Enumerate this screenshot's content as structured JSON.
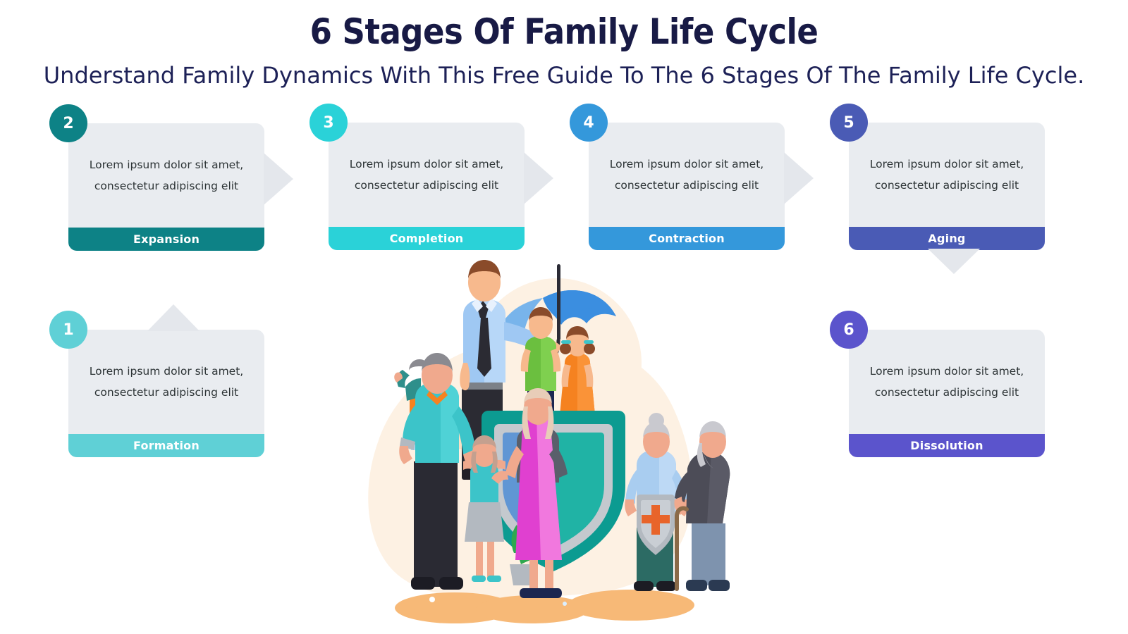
{
  "header": {
    "title": "6 Stages Of Family Life Cycle",
    "subtitle": "Understand Family Dynamics With This Free Guide To The 6 Stages Of The Family Life Cycle."
  },
  "colors": {
    "title": "#181a45",
    "subtitle": "#1d2157",
    "card_body_bg": "#e9ecf0",
    "card_text": "#2d3436",
    "arrow": "#e4e7ec",
    "page_bg": "#ffffff"
  },
  "cards": [
    {
      "number": "1",
      "label": "Formation",
      "description": "Lorem ipsum dolor sit amet,\nconsectetur adipiscing elit",
      "color": "#5fd0d6",
      "badge_color": "#5fd0d6",
      "arrow": "up"
    },
    {
      "number": "2",
      "label": "Expansion",
      "description": "Lorem ipsum dolor sit amet,\nconsectetur adipiscing elit",
      "color": "#0d8286",
      "badge_color": "#0d8286",
      "arrow": "right"
    },
    {
      "number": "3",
      "label": "Completion",
      "description": "Lorem ipsum dolor sit amet,\nconsectetur adipiscing elit",
      "color": "#2ad2d8",
      "badge_color": "#2ad2d8",
      "arrow": "right"
    },
    {
      "number": "4",
      "label": "Contraction",
      "description": "Lorem ipsum dolor sit amet,\nconsectetur adipiscing elit",
      "color": "#3498db",
      "badge_color": "#3498db",
      "arrow": "right"
    },
    {
      "number": "5",
      "label": "Aging",
      "description": "Lorem ipsum dolor sit amet,\nconsectetur adipiscing elit",
      "color": "#4a5bb5",
      "badge_color": "#4a5bb5",
      "arrow": "down"
    },
    {
      "number": "6",
      "label": "Dissolution",
      "description": "Lorem ipsum dolor sit amet,\nconsectetur adipiscing elit",
      "color": "#5b54cc",
      "badge_color": "#5b54cc",
      "arrow": "none"
    }
  ],
  "illustration": {
    "name": "family-protection-illustration",
    "description": "Family under an umbrella standing on a large shield with grandparents, parents and children",
    "palette": {
      "blob": "#fdf1e3",
      "ground": "#f7b977",
      "shield_outer": "#0c9b91",
      "shield_ring": "#c4c9ce",
      "shield_left": "#6096d4",
      "shield_right": "#20b3a5",
      "umbrella_dark": "#3b8ee0",
      "umbrella_light": "#8cc0ef",
      "shirt_blue": "#9fc8f3",
      "trousers_dark": "#222028",
      "boy_shirt": "#6bbf3f",
      "girl_dress": "#f58220",
      "mother_dress": "#e040d0",
      "teal_top": "#3cc4c9",
      "elder_top": "#a9cdf0",
      "cross": "#e8642a",
      "skin": "#f7b98d",
      "hair_brown": "#8a4b2a",
      "hair_gray": "#b9b9bd"
    }
  }
}
